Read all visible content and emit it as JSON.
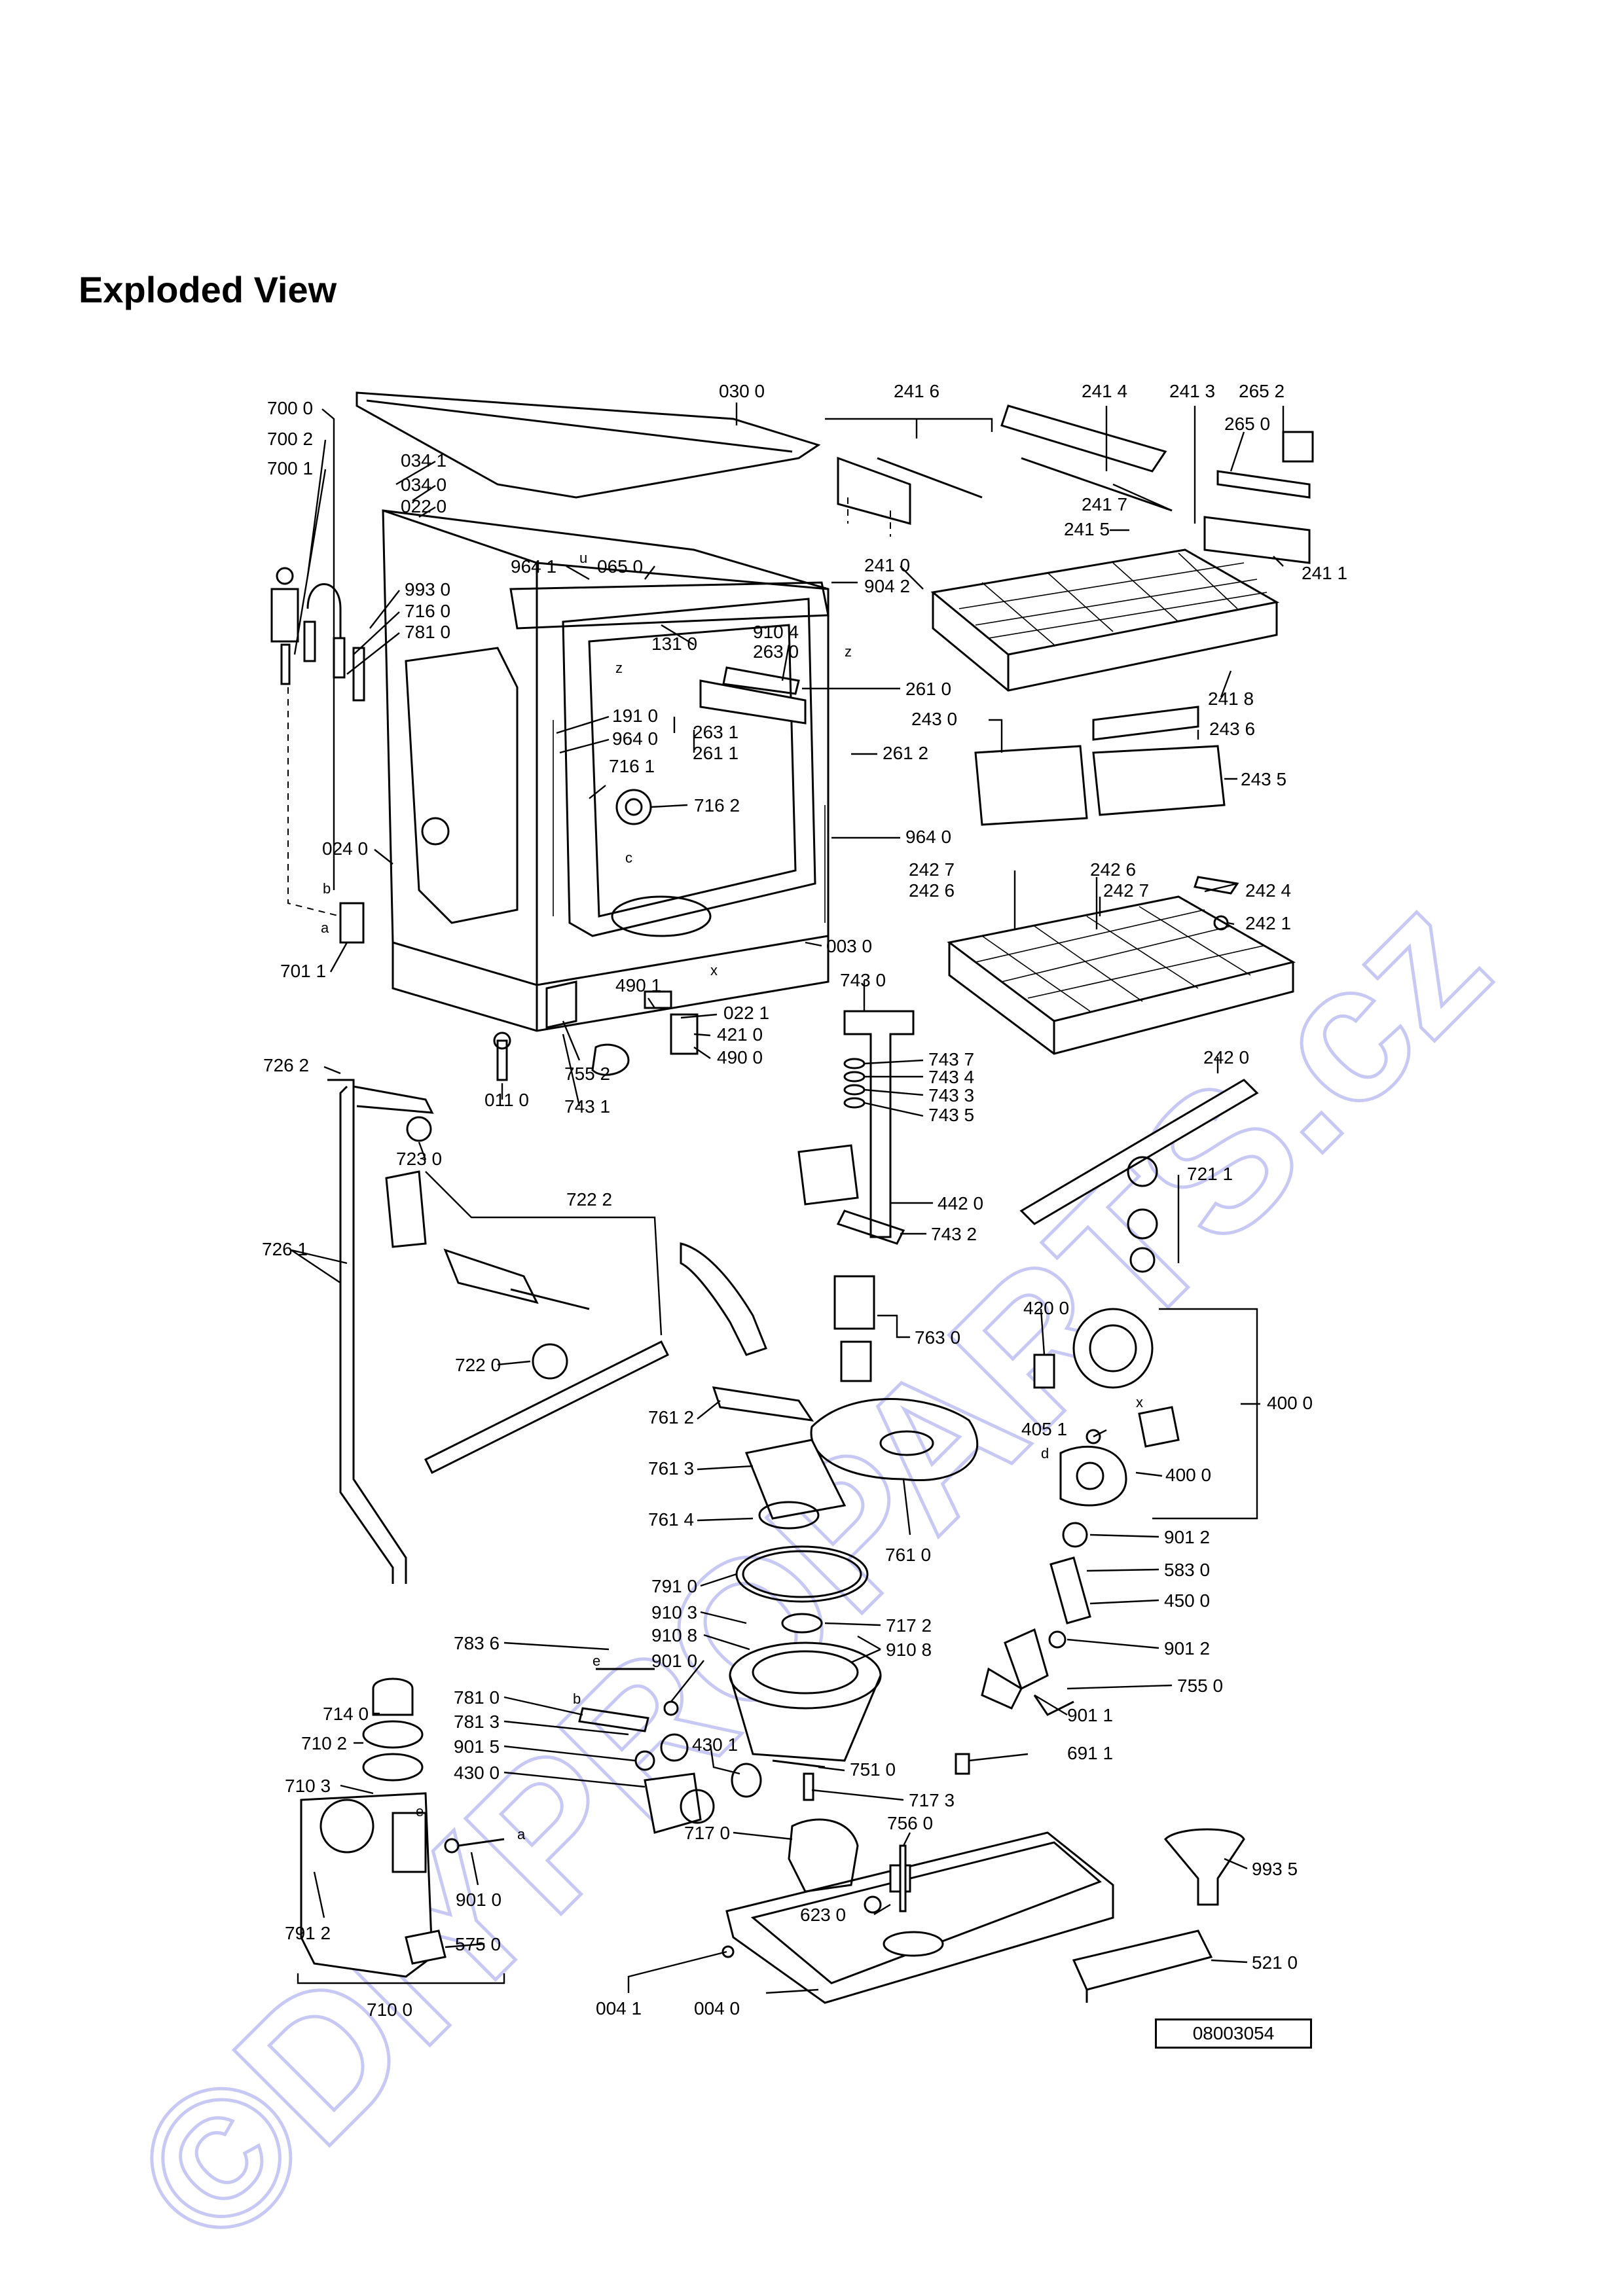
{
  "title": "Exploded View",
  "doc_code": "08003054",
  "watermark": "©DIYPROPARTS.cz",
  "colors": {
    "watermark": "#c7c9f4",
    "ink": "#000000",
    "background": "#ffffff"
  },
  "callouts": [
    {
      "id": "l-0300",
      "text": "030 0"
    },
    {
      "id": "l-2416",
      "text": "241 6"
    },
    {
      "id": "l-2414",
      "text": "241 4"
    },
    {
      "id": "l-2413",
      "text": "241 3"
    },
    {
      "id": "l-2652",
      "text": "265 2"
    },
    {
      "id": "l-2650",
      "text": "265 0"
    },
    {
      "id": "l-7000",
      "text": "700 0"
    },
    {
      "id": "l-7002",
      "text": "700 2"
    },
    {
      "id": "l-7001",
      "text": "700 1"
    },
    {
      "id": "l-0341",
      "text": "034 1"
    },
    {
      "id": "l-0340",
      "text": "034 0"
    },
    {
      "id": "l-0220",
      "text": "022 0"
    },
    {
      "id": "l-2417",
      "text": "241 7"
    },
    {
      "id": "l-2415",
      "text": "241 5"
    },
    {
      "id": "l-9641a",
      "text": "964 1"
    },
    {
      "id": "l-0650",
      "text": "065 0"
    },
    {
      "id": "l-2410",
      "text": "241 0"
    },
    {
      "id": "l-9042",
      "text": "904 2"
    },
    {
      "id": "l-2411",
      "text": "241 1"
    },
    {
      "id": "l-9930",
      "text": "993 0"
    },
    {
      "id": "l-7160",
      "text": "716 0"
    },
    {
      "id": "l-7810a",
      "text": "781 0"
    },
    {
      "id": "l-1310",
      "text": "131 0"
    },
    {
      "id": "l-9104",
      "text": "910 4"
    },
    {
      "id": "l-2630",
      "text": "263 0"
    },
    {
      "id": "l-2418",
      "text": "241 8"
    },
    {
      "id": "l-2610",
      "text": "261 0"
    },
    {
      "id": "l-1910",
      "text": "191 0"
    },
    {
      "id": "l-2430",
      "text": "243 0"
    },
    {
      "id": "l-2436",
      "text": "243 6"
    },
    {
      "id": "l-9640a",
      "text": "964 0"
    },
    {
      "id": "l-2631",
      "text": "263 1"
    },
    {
      "id": "l-2611",
      "text": "261 1"
    },
    {
      "id": "l-2612",
      "text": "261 2"
    },
    {
      "id": "l-7161",
      "text": "716 1"
    },
    {
      "id": "l-2435",
      "text": "243 5"
    },
    {
      "id": "l-7162",
      "text": "716 2"
    },
    {
      "id": "l-9640b",
      "text": "964 0"
    },
    {
      "id": "l-0240",
      "text": "024 0"
    },
    {
      "id": "l-2427a",
      "text": "242 7"
    },
    {
      "id": "l-2426a",
      "text": "242 6"
    },
    {
      "id": "l-2427b",
      "text": "242 7"
    },
    {
      "id": "l-2426b",
      "text": "242 6"
    },
    {
      "id": "l-2424",
      "text": "242 4"
    },
    {
      "id": "l-2421",
      "text": "242 1"
    },
    {
      "id": "l-0030",
      "text": "003 0"
    },
    {
      "id": "l-7011",
      "text": "701 1"
    },
    {
      "id": "l-4901",
      "text": "490 1"
    },
    {
      "id": "l-7430",
      "text": "743 0"
    },
    {
      "id": "l-0221",
      "text": "022 1"
    },
    {
      "id": "l-4210",
      "text": "421 0"
    },
    {
      "id": "l-4900",
      "text": "490 0"
    },
    {
      "id": "l-2420",
      "text": "242 0"
    },
    {
      "id": "l-7437",
      "text": "743 7"
    },
    {
      "id": "l-7434",
      "text": "743 4"
    },
    {
      "id": "l-7433",
      "text": "743 3"
    },
    {
      "id": "l-7435",
      "text": "743 5"
    },
    {
      "id": "l-7262",
      "text": "726 2"
    },
    {
      "id": "l-7552",
      "text": "755 2"
    },
    {
      "id": "l-0110",
      "text": "011 0"
    },
    {
      "id": "l-7431",
      "text": "743 1"
    },
    {
      "id": "l-7230",
      "text": "723 0"
    },
    {
      "id": "l-7222",
      "text": "722 2"
    },
    {
      "id": "l-7211",
      "text": "721 1"
    },
    {
      "id": "l-4420",
      "text": "442 0"
    },
    {
      "id": "l-7432",
      "text": "743 2"
    },
    {
      "id": "l-7261",
      "text": "726 1"
    },
    {
      "id": "l-4200",
      "text": "420 0"
    },
    {
      "id": "l-7630",
      "text": "763 0"
    },
    {
      "id": "l-7220",
      "text": "722 0"
    },
    {
      "id": "l-4000a",
      "text": "400 0"
    },
    {
      "id": "l-7612",
      "text": "761 2"
    },
    {
      "id": "l-4051",
      "text": "405 1"
    },
    {
      "id": "l-7613",
      "text": "761 3"
    },
    {
      "id": "l-4000b",
      "text": "400 0"
    },
    {
      "id": "l-7614",
      "text": "761 4"
    },
    {
      "id": "l-7610",
      "text": "761 0"
    },
    {
      "id": "l-9012a",
      "text": "901 2"
    },
    {
      "id": "l-5830",
      "text": "583 0"
    },
    {
      "id": "l-7910",
      "text": "791 0"
    },
    {
      "id": "l-4500",
      "text": "450 0"
    },
    {
      "id": "l-9103",
      "text": "910 3"
    },
    {
      "id": "l-7172",
      "text": "717 2"
    },
    {
      "id": "l-9108a",
      "text": "910 8"
    },
    {
      "id": "l-9108b",
      "text": "910 8"
    },
    {
      "id": "l-9012b",
      "text": "901 2"
    },
    {
      "id": "l-7836",
      "text": "783 6"
    },
    {
      "id": "l-9010a",
      "text": "901 0"
    },
    {
      "id": "l-7550",
      "text": "755 0"
    },
    {
      "id": "l-7810b",
      "text": "781 0"
    },
    {
      "id": "l-7140",
      "text": "714 0"
    },
    {
      "id": "l-7813",
      "text": "781 3"
    },
    {
      "id": "l-9011",
      "text": "901 1"
    },
    {
      "id": "l-7102",
      "text": "710 2"
    },
    {
      "id": "l-9015",
      "text": "901 5"
    },
    {
      "id": "l-4301",
      "text": "430 1"
    },
    {
      "id": "l-6911",
      "text": "691 1"
    },
    {
      "id": "l-4300",
      "text": "430 0"
    },
    {
      "id": "l-7510",
      "text": "751 0"
    },
    {
      "id": "l-7103",
      "text": "710 3"
    },
    {
      "id": "l-7173",
      "text": "717 3"
    },
    {
      "id": "l-7170",
      "text": "717 0"
    },
    {
      "id": "l-7560",
      "text": "756 0"
    },
    {
      "id": "l-9935",
      "text": "993 5"
    },
    {
      "id": "l-9010b",
      "text": "901 0"
    },
    {
      "id": "l-7912",
      "text": "791 2"
    },
    {
      "id": "l-6230",
      "text": "623 0"
    },
    {
      "id": "l-5750",
      "text": "575 0"
    },
    {
      "id": "l-5210",
      "text": "521 0"
    },
    {
      "id": "l-0041",
      "text": "004 1"
    },
    {
      "id": "l-0040",
      "text": "004 0"
    },
    {
      "id": "l-7100",
      "text": "710 0"
    }
  ],
  "letter_marks": [
    {
      "id": "m-u",
      "text": "u"
    },
    {
      "id": "m-z1",
      "text": "z"
    },
    {
      "id": "m-z2",
      "text": "z"
    },
    {
      "id": "m-c",
      "text": "c"
    },
    {
      "id": "m-b1",
      "text": "b"
    },
    {
      "id": "m-a1",
      "text": "a"
    },
    {
      "id": "m-x1",
      "text": "x"
    },
    {
      "id": "m-x2",
      "text": "x"
    },
    {
      "id": "m-d",
      "text": "d"
    },
    {
      "id": "m-e1",
      "text": "e"
    },
    {
      "id": "m-b2",
      "text": "b"
    },
    {
      "id": "m-a2",
      "text": "a"
    },
    {
      "id": "m-e2",
      "text": "e"
    }
  ]
}
